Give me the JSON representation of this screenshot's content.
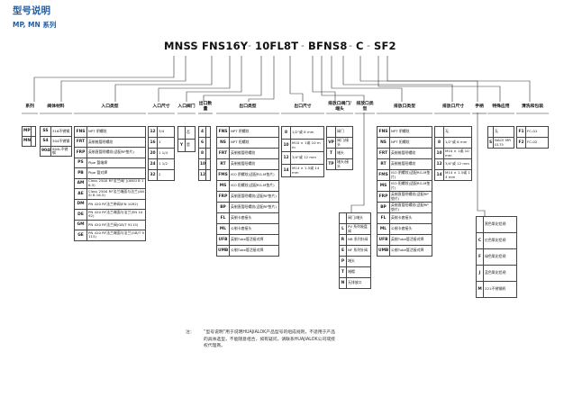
{
  "title": "型号说明",
  "subtitle": "MP, MN 系列",
  "code_parts": [
    "MNSS",
    "FNS16Y",
    "10FL8T",
    "BFNS8",
    "C",
    "SF2"
  ],
  "code_separator": "-",
  "headers": {
    "series": "系列",
    "material": "阀体材料",
    "inlet_type": "入口类型",
    "inlet_size": "入口尺寸",
    "inlet_valve": "入口阀门",
    "outlet_count": "出口数量",
    "outlet_type": "出口类型",
    "outlet_size": "出口尺寸",
    "drain_valve_conn": "排放口阀门/端头",
    "drain_port": "排放口类型",
    "drain_type": "排放口类型",
    "drain_size": "排放口尺寸",
    "handle": "手柄",
    "special": "特殊应用",
    "cleaning": "清洗和包装"
  },
  "series": [
    [
      "MP",
      ""
    ],
    [
      "MN",
      ""
    ]
  ],
  "material": [
    [
      "SS",
      "316不锈钢"
    ],
    [
      "S4",
      "304不锈钢"
    ],
    [
      "904L",
      "904L不锈钢"
    ]
  ],
  "inlet_types": [
    [
      "FNS",
      "NPT 阴螺纹"
    ],
    [
      "FRT",
      "英制锥管阴螺纹"
    ],
    [
      "FRP",
      "英制直管阴螺纹(适配RP垫片)"
    ],
    [
      "PS",
      "Pipe 管端焊"
    ],
    [
      "PB",
      "Pipe 管对焊"
    ],
    [
      "AM",
      "Class 2500 RF法兰阀门(ANSI B 16.5)"
    ],
    [
      "AE",
      "Class 2500 RF法兰端面与法兰(ANSI B 16.5)"
    ],
    [
      "DM",
      "PN 420 RF法兰带阀(EN 1092)"
    ],
    [
      "DE",
      "PN 420 RF法兰端面与法兰(EN 1092)"
    ],
    [
      "GM",
      "PN 420 RF法兰阀(GB/T 9115)"
    ],
    [
      "GE",
      "PN 420 RF法兰端面与法兰(GB/T 9115)"
    ]
  ],
  "inlet_sizes": [
    [
      "12",
      "3/4"
    ],
    [
      "16",
      "1"
    ],
    [
      "20",
      "1 1/4"
    ],
    [
      "24",
      "1 1/2"
    ],
    [
      "32",
      "2"
    ]
  ],
  "inlet_valves": [
    [
      "",
      "否"
    ],
    [
      "Y",
      "是"
    ]
  ],
  "outlet_counts": [
    [
      "4",
      ""
    ],
    [
      "6",
      ""
    ],
    [
      "8",
      ""
    ],
    [
      "10",
      ""
    ],
    [
      "12",
      ""
    ]
  ],
  "outlet_types": [
    [
      "FNS",
      "NPT 阴螺纹"
    ],
    [
      "NS",
      "NPT 阳螺纹"
    ],
    [
      "FRT",
      "英制锥管阴螺纹"
    ],
    [
      "RT",
      "英制锥管阳螺纹"
    ],
    [
      "FMS",
      "ISO 阴螺纹(适配RG-M垫片)"
    ],
    [
      "MS",
      "ISO 阳螺纹(适配RG-M垫片)"
    ],
    [
      "FRP",
      "英制直管阴螺纹(适配RP垫片)"
    ],
    [
      "BP",
      "英制直管阳螺纹(适配RP垫片)"
    ],
    [
      "FL",
      "英制卡套接头"
    ],
    [
      "ML",
      "公制卡套接头"
    ],
    [
      "UFB",
      "英制Tube管活接对焊"
    ],
    [
      "UMB",
      "公制Tube管活接对焊"
    ]
  ],
  "outlet_sizes": [
    [
      "8",
      "1/2\"或 8 mm"
    ],
    [
      "10",
      "M10 × 1或 10 mm"
    ],
    [
      "12",
      "3/4\"或 12 mm"
    ],
    [
      "14",
      "M14 × 1.5或 14 mm"
    ]
  ],
  "drain_valves": [
    [
      "",
      "阀门"
    ],
    [
      "VP",
      "阀门/接头"
    ],
    [
      "T",
      "堵头"
    ],
    [
      "TP",
      "堵头/接头"
    ]
  ],
  "drain_ends": [
    [
      "",
      "阀门/堵头"
    ],
    [
      "L",
      "PV 系列吸盘阀"
    ],
    [
      "R",
      "NB 系列针阀"
    ],
    [
      "E",
      "NF 系列针阀"
    ],
    [
      "P",
      "堵头"
    ],
    [
      "T",
      "堵帽"
    ],
    [
      "N",
      "无排放口"
    ]
  ],
  "drain_types": [
    [
      "FNS",
      "NPT 阴螺纹"
    ],
    [
      "NS",
      "NPT 阳螺纹"
    ],
    [
      "FRT",
      "英制锥管阴螺纹"
    ],
    [
      "RT",
      "英制锥管阳螺纹"
    ],
    [
      "FMS",
      "ISO 阴螺纹(适配RG-M垫片)"
    ],
    [
      "MS",
      "ISO 阳螺纹(适配RG-M垫片)"
    ],
    [
      "FRP",
      "英制直管阴螺纹(适配RP垫片)"
    ],
    [
      "BP",
      "英制直管阳螺纹(适配RP垫片)"
    ],
    [
      "FL",
      "英制卡套接头"
    ],
    [
      "ML",
      "公制卡套接头"
    ],
    [
      "UFB",
      "英制Tube管活接对焊"
    ],
    [
      "UMB",
      "公制Tube管活接对焊"
    ]
  ],
  "drain_sizes": [
    [
      "",
      "无"
    ],
    [
      "8",
      "1/2\"或 8 mm"
    ],
    [
      "10",
      "M10 × 1或 10 mm"
    ],
    [
      "12",
      "3/4\"或 12 mm"
    ],
    [
      "14",
      "M14 × 1.5或 14 mm"
    ]
  ],
  "handles": [
    [
      "",
      "黑色氧化铝柄"
    ],
    [
      "C",
      "红色氧化铝柄"
    ],
    [
      "F",
      "绿色氧化铝柄"
    ],
    [
      "J",
      "蓝色氧化铝柄"
    ],
    [
      "M",
      "321不锈钢柄"
    ]
  ],
  "special": [
    [
      "",
      "无"
    ],
    [
      "S",
      "NACE MR 0175"
    ]
  ],
  "cleaning": [
    [
      "F1",
      "FC-01"
    ],
    [
      "F2",
      "FC-02"
    ]
  ],
  "note_label": "注：",
  "note_text": "“型号说明”用于说明HUAJIALOK产品型号的组成规则，不适用于产品的具体选型，不能随意组合，如有疑问，请联系HUAJIALOK公司或授权代理商。"
}
